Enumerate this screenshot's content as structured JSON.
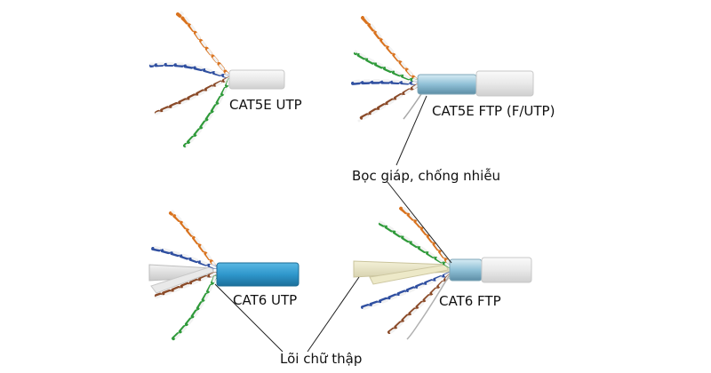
{
  "labels": {
    "cat5e_utp": "CAT5E UTP",
    "cat5e_ftp": "CAT5E FTP (F/UTP)",
    "shield_note": "Bọc giáp, chống nhiễu",
    "cat6_utp": "CAT6 UTP",
    "cat6_ftp": "CAT6 FTP",
    "cross_core_note": "Lõi chữ thập"
  },
  "colors": {
    "jacket_white": "#e6e6e6",
    "jacket_blue": "#2f97cc",
    "foil": "#9cc6d8",
    "pair_orange": "#d9731f",
    "pair_blue": "#2f4fa0",
    "pair_brown": "#8a4a28",
    "pair_green": "#2f9a3a",
    "leader_line": "#222222"
  }
}
